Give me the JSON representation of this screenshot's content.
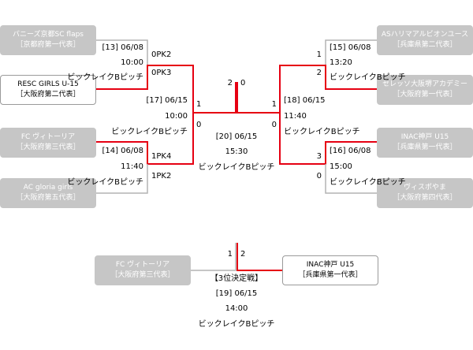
{
  "colors": {
    "win_line": "#e60012",
    "lose_line": "#b4b4b4",
    "lost_box": "#c6c6c6",
    "won_box": "#ffffff"
  },
  "teams": {
    "t1": {
      "name": "バニーズ京都SC flaps",
      "pref": "［京都府第一代表］",
      "result": "lost"
    },
    "t2": {
      "name": "RESC GIRLS U-15",
      "pref": "［大阪府第二代表］",
      "result": "won"
    },
    "t3": {
      "name": "FC ヴィトーリア",
      "pref": "［大阪府第三代表］",
      "result": "lost"
    },
    "t4": {
      "name": "AC gloria girls",
      "pref": "［大阪府第五代表］",
      "result": "lost"
    },
    "t5": {
      "name": "ASハリマアルビオンユース",
      "pref": "［兵庫県第二代表］",
      "result": "lost"
    },
    "t6": {
      "name": "セレッソ大阪堺アカデミー",
      "pref": "［大阪府第一代表］",
      "result": "lost"
    },
    "t7": {
      "name": "INAC神戸 U15",
      "pref": "［兵庫県第一代表］",
      "result": "lost"
    },
    "t8": {
      "name": "ヴィスポやま",
      "pref": "［大阪府第四代表］",
      "result": "lost"
    },
    "t9": {
      "name": "FC ヴィトーリア",
      "pref": "［大阪府第三代表］",
      "result": "lost"
    },
    "t10": {
      "name": "INAC神戸 U15",
      "pref": "［兵庫県第一代表］",
      "result": "won"
    }
  },
  "matches": {
    "m13": {
      "id": "[13] 06/08",
      "time": "10:00",
      "venue": "ビックレイクBピッチ",
      "score_top": "0PK2",
      "score_bottom": "0PK3"
    },
    "m14": {
      "id": "[14] 06/08",
      "time": "11:40",
      "venue": "ビックレイクBピッチ",
      "score_top": "1PK4",
      "score_bottom": "1PK2"
    },
    "m15": {
      "id": "[15] 06/08",
      "time": "13:20",
      "venue": "ビックレイクBピッチ",
      "score_top": "1",
      "score_bottom": "2"
    },
    "m16": {
      "id": "[16] 06/08",
      "time": "15:00",
      "venue": "ビックレイクBピッチ",
      "score_top": "3",
      "score_bottom": "0"
    },
    "m17": {
      "id": "[17] 06/15",
      "time": "10:00",
      "venue": "ビックレイクBピッチ",
      "score_top": "1",
      "score_bottom": "0"
    },
    "m18": {
      "id": "[18] 06/15",
      "time": "11:40",
      "venue": "ビックレイクBピッチ",
      "score_top": "1",
      "score_bottom": "0"
    },
    "m20": {
      "id": "[20] 06/15",
      "time": "15:30",
      "venue": "ビックレイクBピッチ",
      "score_left": "2",
      "score_right": "0"
    },
    "m19": {
      "title": "【3位決定戦】",
      "id": "[19] 06/15",
      "time": "14:00",
      "venue": "ビックレイクBピッチ",
      "score_left": "1",
      "score_right": "2"
    }
  }
}
